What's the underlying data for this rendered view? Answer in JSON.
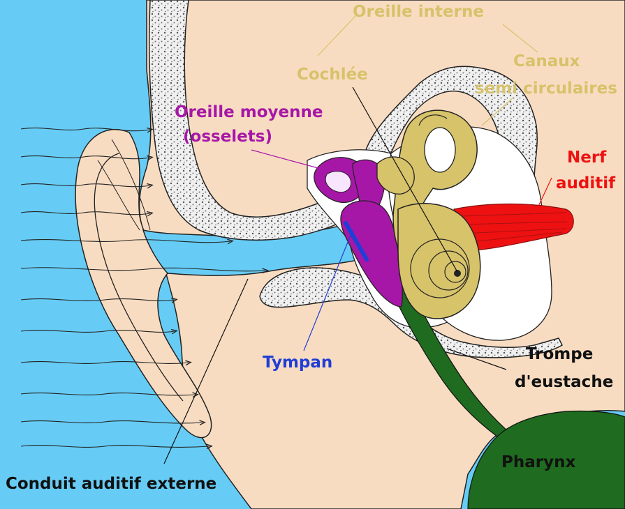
{
  "labels": {
    "oreille_interne": "Oreille interne",
    "canaux_line1": "Canaux",
    "canaux_line2": "semi circulaires",
    "cochlee": "Cochlée",
    "oreille_moyenne_line1": "Oreille moyenne",
    "oreille_moyenne_line2": "(osselets)",
    "nerf_line1": "Nerf",
    "nerf_line2": "auditif",
    "tympan": "Tympan",
    "trompe_line1": "Trompe",
    "trompe_line2": "d'eustache",
    "pharynx": "Pharynx",
    "conduit": "Conduit auditif externe"
  },
  "colors": {
    "air": "#66ccf5",
    "skin": "#f8dcc2",
    "bone": "#f0f0f0",
    "inner_ear": "#d7c36a",
    "middle_ear": "#a717a7",
    "nerve": "#ee1111",
    "tympan": "#1f3ed6",
    "pharynx": "#1f6b1f",
    "text_black": "#111111"
  }
}
